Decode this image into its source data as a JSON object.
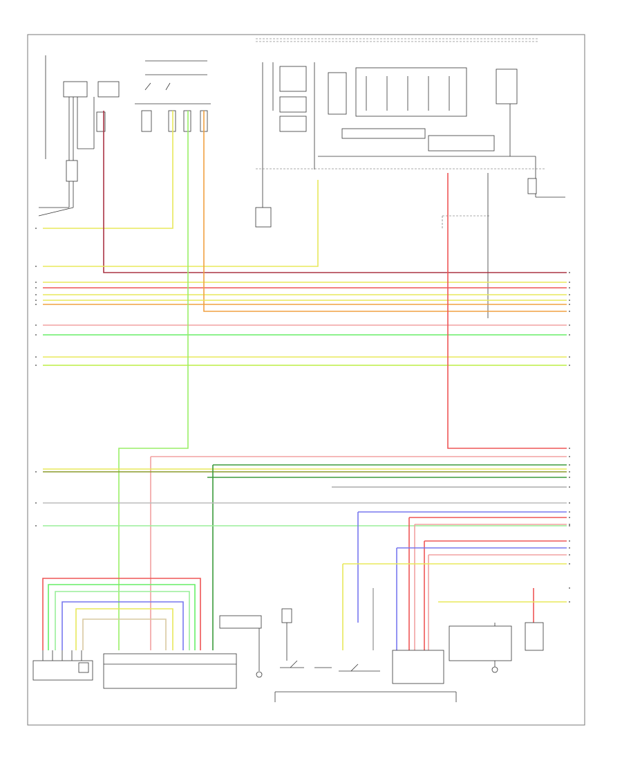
{
  "diagram": {
    "corner_label": "",
    "page_ref": "",
    "top_center_label": "",
    "top_right_label": ""
  },
  "colors": {
    "red": "#ee5555",
    "dark_red": "#aa3344",
    "yellow": "#e8e85a",
    "pink": "#f2a0a0",
    "green": "#66ee66",
    "light_green": "#99ee99",
    "yellow_green": "#bbee44",
    "orange": "#f0a040",
    "blue": "#7777ee",
    "gray": "#999999",
    "olive": "#6a8a2a",
    "dark_green": "#3a9a3a",
    "tan": "#d8c8a0"
  },
  "components": [
    {
      "id": "trans-range-switch",
      "label": ""
    },
    {
      "id": "engine-control-module",
      "label": ""
    },
    {
      "id": "ground-g1",
      "label": ""
    },
    {
      "id": "ground-g2",
      "label": ""
    },
    {
      "id": "transmission-assembly",
      "label": ""
    },
    {
      "id": "body-integrated-unit",
      "label": ""
    },
    {
      "id": "right-connector",
      "label": ""
    }
  ]
}
